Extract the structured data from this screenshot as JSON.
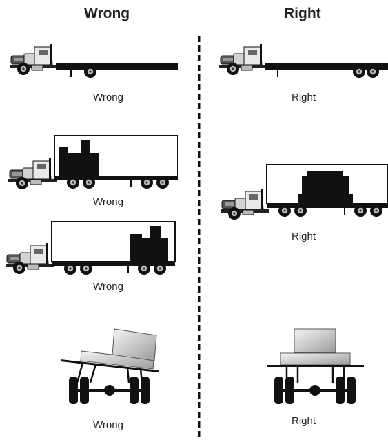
{
  "headings": {
    "left": "Wrong",
    "right": "Right"
  },
  "captions": {
    "flatbed_left": "Wrong",
    "flatbed_right": "Right",
    "trailer_front_left": "Wrong",
    "trailer_centered_right": "Right",
    "trailer_rear_left": "Wrong",
    "axle_tilted_left": "Wrong",
    "axle_level_right": "Right"
  }
}
